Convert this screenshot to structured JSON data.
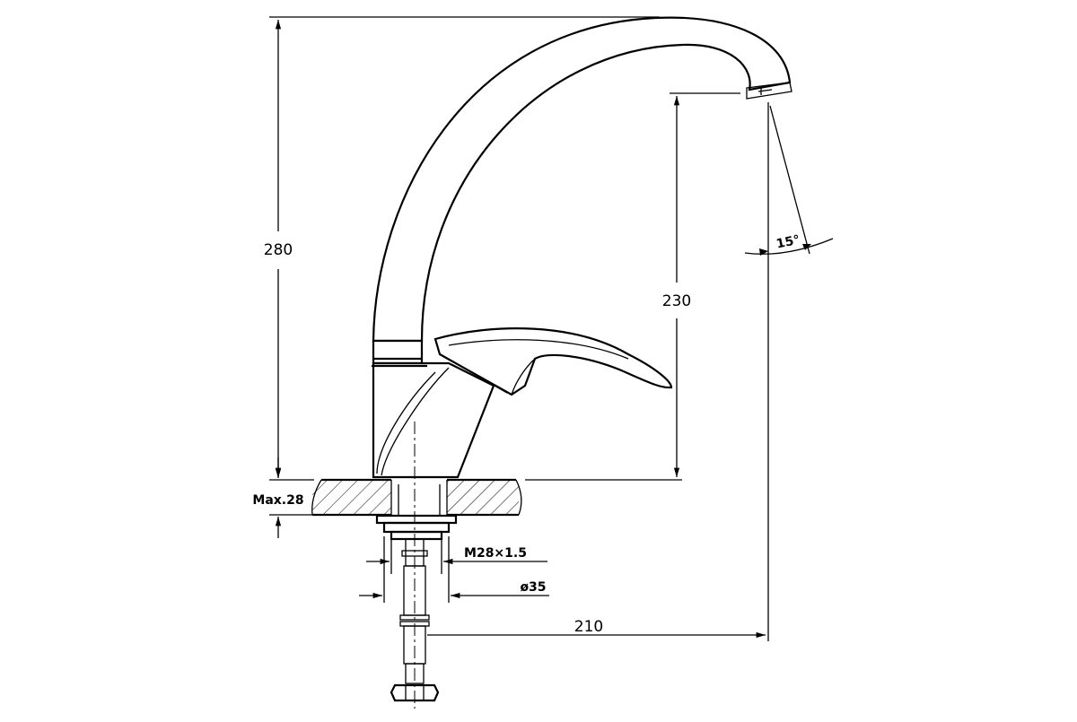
{
  "dimensions": {
    "overall_height": "280",
    "outlet_height": "230",
    "max_thickness": "Max.28",
    "thread": "M28×1.5",
    "base_diameter": "ø35",
    "reach": "210",
    "swivel_angle": "15°"
  }
}
